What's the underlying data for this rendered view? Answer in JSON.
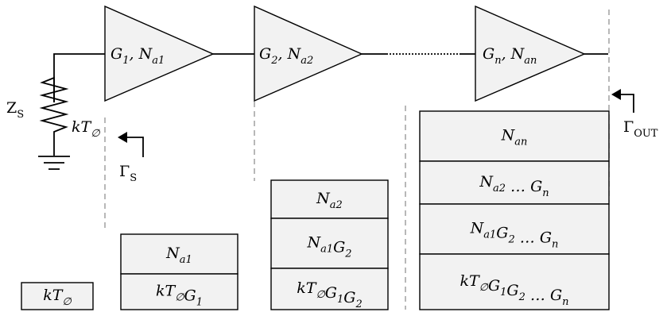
{
  "source": {
    "impedance_label": "Z",
    "impedance_sub": "S",
    "noise_label": "kT",
    "noise_sub": "∅"
  },
  "stages": [
    {
      "gain_sym": "G",
      "gain_sub": "1",
      "noise_sym": "N",
      "noise_sub": "a1"
    },
    {
      "gain_sym": "G",
      "gain_sub": "2",
      "noise_sym": "N",
      "noise_sub": "a2"
    },
    {
      "gain_sym": "G",
      "gain_sub": "n",
      "noise_sym": "N",
      "noise_sub": "an"
    }
  ],
  "reflections": {
    "source": {
      "symbol": "Γ",
      "sub": "S"
    },
    "output": {
      "symbol": "Γ",
      "sub": "OUT"
    }
  },
  "noise_columns": [
    {
      "boxes": [
        [
          [
            "kT",
            "∅"
          ]
        ]
      ]
    },
    {
      "boxes": [
        [
          [
            "N",
            "a1"
          ]
        ],
        [
          [
            "kT",
            "∅"
          ],
          [
            "G",
            "1"
          ]
        ]
      ]
    },
    {
      "boxes": [
        [
          [
            "N",
            "a2"
          ]
        ],
        [
          [
            "N",
            "a1"
          ],
          [
            "G",
            "2"
          ]
        ],
        [
          [
            "kT",
            "∅"
          ],
          [
            "G",
            "1"
          ],
          [
            "G",
            "2"
          ]
        ]
      ]
    },
    {
      "boxes": [
        [
          [
            "N",
            "an"
          ]
        ],
        [
          [
            "N",
            "a2"
          ],
          "…",
          [
            "G",
            "n"
          ]
        ],
        [
          [
            "N",
            "a1"
          ],
          [
            "G",
            "2"
          ],
          "…",
          [
            "G",
            "n"
          ]
        ],
        [
          [
            "kT",
            "∅"
          ],
          [
            "G",
            "1"
          ],
          [
            "G",
            "2"
          ],
          "…",
          [
            "G",
            "n"
          ]
        ]
      ]
    }
  ]
}
